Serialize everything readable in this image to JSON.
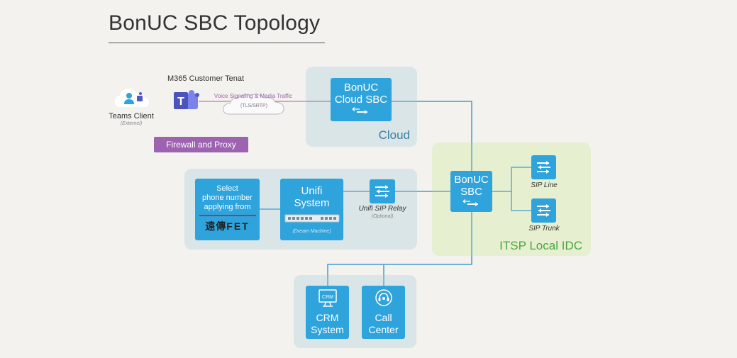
{
  "title": "BonUC SBC Topology",
  "m365": {
    "tenant_label": "M365 Customer Tenat",
    "teams_client_label": "Teams Client",
    "teams_client_sub": "(Externel)",
    "signaling_label": "Voice Signaling & Media Traffic",
    "signaling_sub": "(TLS/SRTP)",
    "firewall_label": "Firewall and Proxy"
  },
  "cloud": {
    "region_label": "Cloud",
    "sbc_line1": "BonUC",
    "sbc_line2": "Cloud SBC"
  },
  "itsp": {
    "region_label": "ITSP Local IDC",
    "sbc_line1": "BonUC",
    "sbc_line2": "SBC",
    "sip_line_label": "SIP Line",
    "sip_trunk_label": "SIP Trunk"
  },
  "unifi": {
    "select_line1": "Select",
    "select_line2": "phone number",
    "select_line3": "applying from",
    "fet_label": "FET",
    "fet_cjk": "遠傳",
    "system_line1": "Unifi",
    "system_line2": "System",
    "dream_machine": "(Dream Machine)",
    "relay_label": "Unifi SIP Relay",
    "relay_sub": "(Optional)"
  },
  "bottom": {
    "crm_icon_text": "CRM",
    "crm_line1": "CRM",
    "crm_line2": "System",
    "call_line1": "Call",
    "call_line2": "Center"
  },
  "colors": {
    "accent_blue": "#2ea3dc",
    "line_blue": "#5fa8d3",
    "purple": "#9d62b0",
    "itsp_green": "#4aa63f",
    "fet_red": "#d9262e"
  },
  "icons": [
    "person-cloud-icon",
    "teams-icon",
    "cloud-icon",
    "switch-icon",
    "router-icon",
    "monitor-icon",
    "headset-icon"
  ]
}
